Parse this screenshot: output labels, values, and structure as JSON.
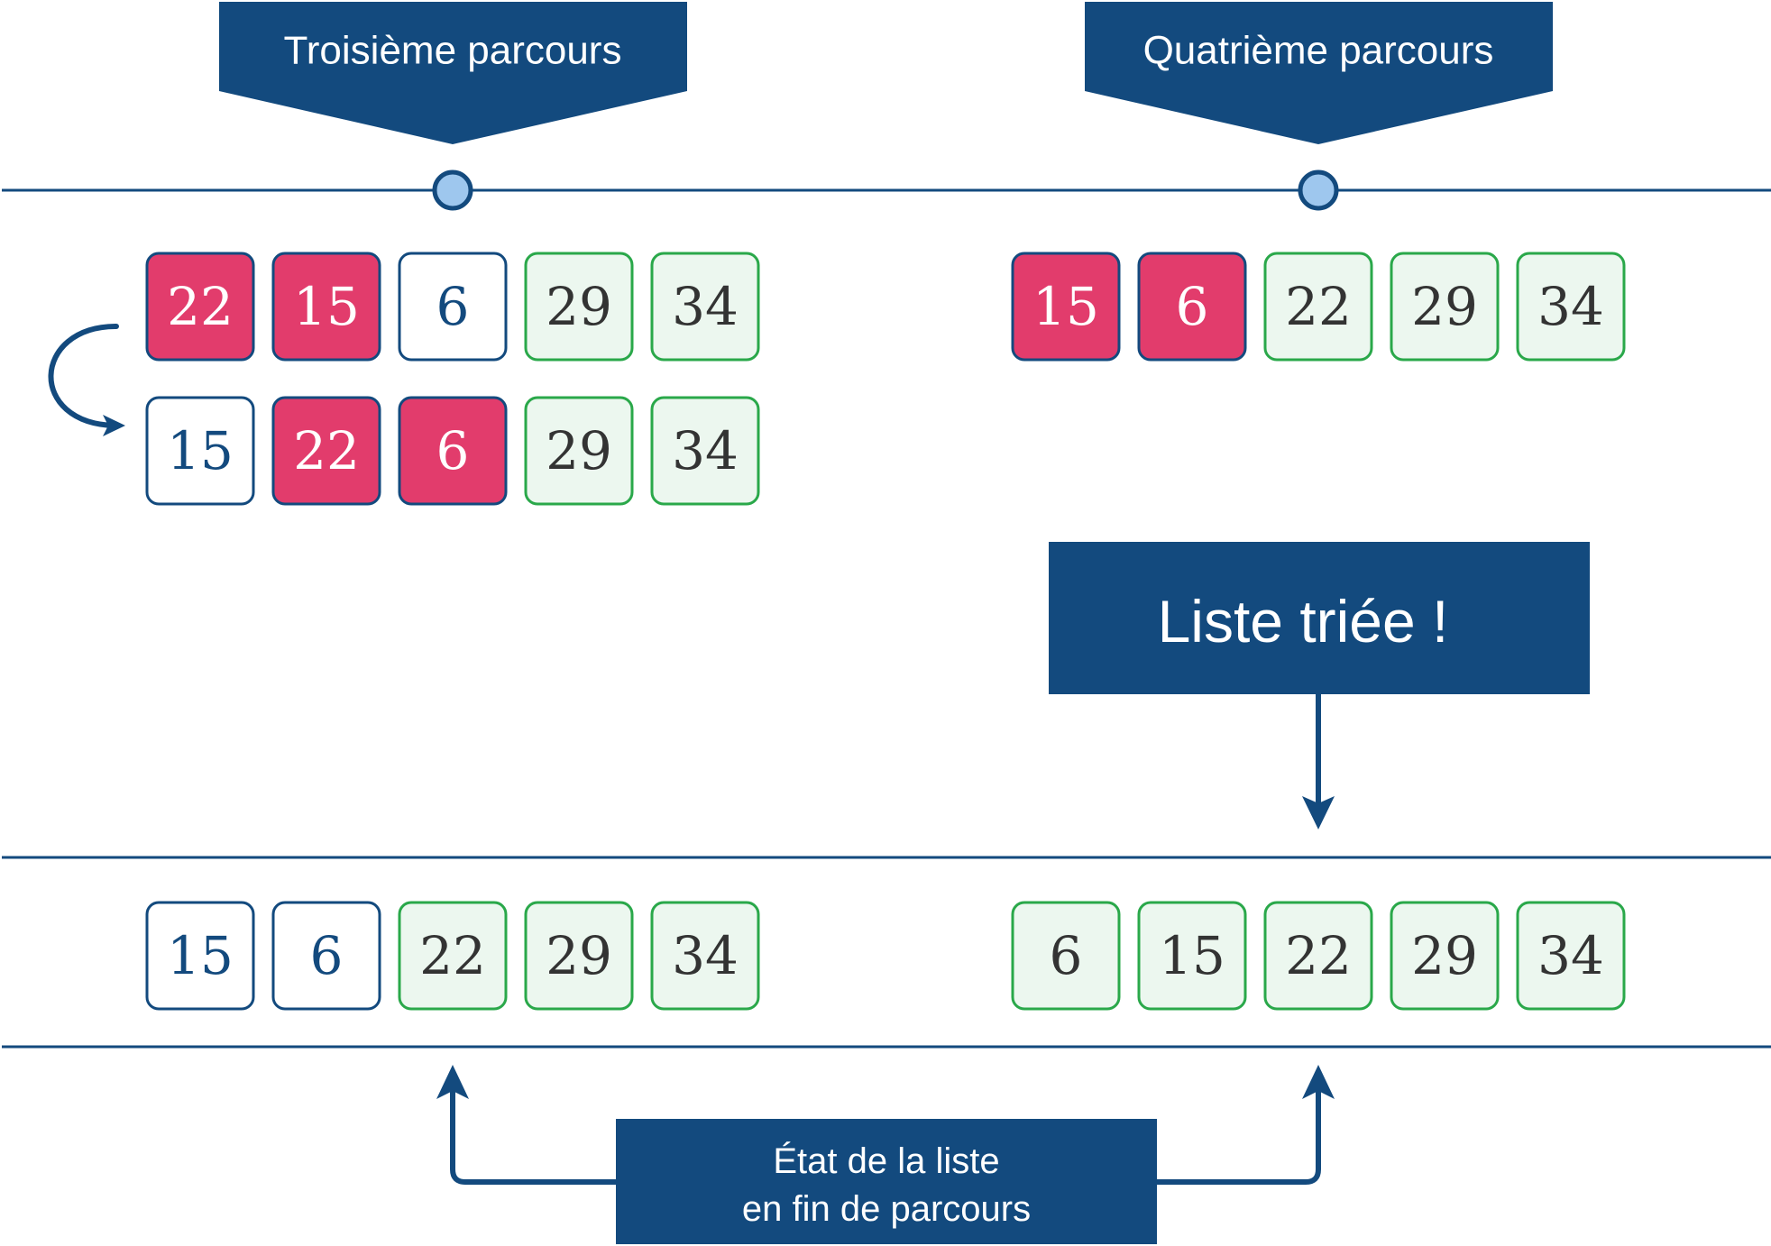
{
  "headers": {
    "third_pass": "Troisième parcours",
    "fourth_pass": "Quatrième parcours"
  },
  "sorted_label": "Liste triée !",
  "end_state_label": {
    "line1": "État de la liste",
    "line2": "en fin de parcours"
  },
  "colors": {
    "navy": "#134a7e",
    "pink": "#e23c6c",
    "green_border": "#2aa84a",
    "green_fill": "#ecf7ef",
    "white": "#ffffff",
    "dark_text": "#333333",
    "dot_fill": "#9ec7ee"
  },
  "rows": {
    "third_pass_before": [
      {
        "value": "22",
        "state": "swap"
      },
      {
        "value": "15",
        "state": "swap"
      },
      {
        "value": "6",
        "state": "unsorted"
      },
      {
        "value": "29",
        "state": "sorted"
      },
      {
        "value": "34",
        "state": "sorted"
      }
    ],
    "third_pass_after": [
      {
        "value": "15",
        "state": "unsorted"
      },
      {
        "value": "22",
        "state": "swap"
      },
      {
        "value": "6",
        "state": "swap"
      },
      {
        "value": "29",
        "state": "sorted"
      },
      {
        "value": "34",
        "state": "sorted"
      }
    ],
    "fourth_pass": [
      {
        "value": "15",
        "state": "swap"
      },
      {
        "value": "6",
        "state": "swap"
      },
      {
        "value": "22",
        "state": "sorted"
      },
      {
        "value": "29",
        "state": "sorted"
      },
      {
        "value": "34",
        "state": "sorted"
      }
    ],
    "end_third_pass": [
      {
        "value": "15",
        "state": "unsorted"
      },
      {
        "value": "6",
        "state": "unsorted"
      },
      {
        "value": "22",
        "state": "sorted"
      },
      {
        "value": "29",
        "state": "sorted"
      },
      {
        "value": "34",
        "state": "sorted"
      }
    ],
    "end_fourth_pass": [
      {
        "value": "6",
        "state": "sorted"
      },
      {
        "value": "15",
        "state": "sorted"
      },
      {
        "value": "22",
        "state": "sorted"
      },
      {
        "value": "29",
        "state": "sorted"
      },
      {
        "value": "34",
        "state": "sorted"
      }
    ]
  }
}
